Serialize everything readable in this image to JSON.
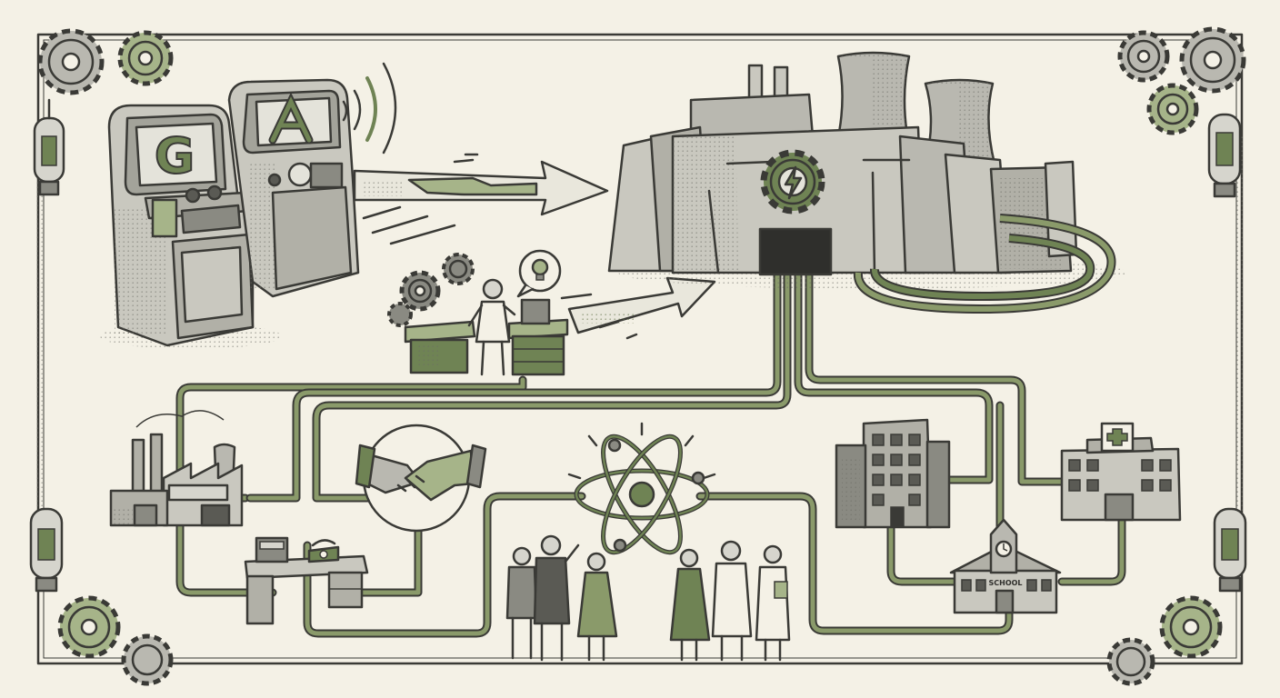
{
  "colors": {
    "background": "#f4f1e6",
    "ink": "#3a3a36",
    "green": "#6f8354",
    "light_green": "#a6b489",
    "grey": "#b9b8b0",
    "light_grey": "#d6d5cd"
  },
  "labels": {
    "computer_left_letter": "G",
    "computer_right_letter": "A",
    "school_sign": "SCHOOL"
  },
  "icons": {
    "power_plant": "lightning-gear-icon",
    "idea": "lightbulb-icon",
    "collaboration": "handshake-icon",
    "science": "atom-icon",
    "hospital": "medical-cross-icon"
  }
}
